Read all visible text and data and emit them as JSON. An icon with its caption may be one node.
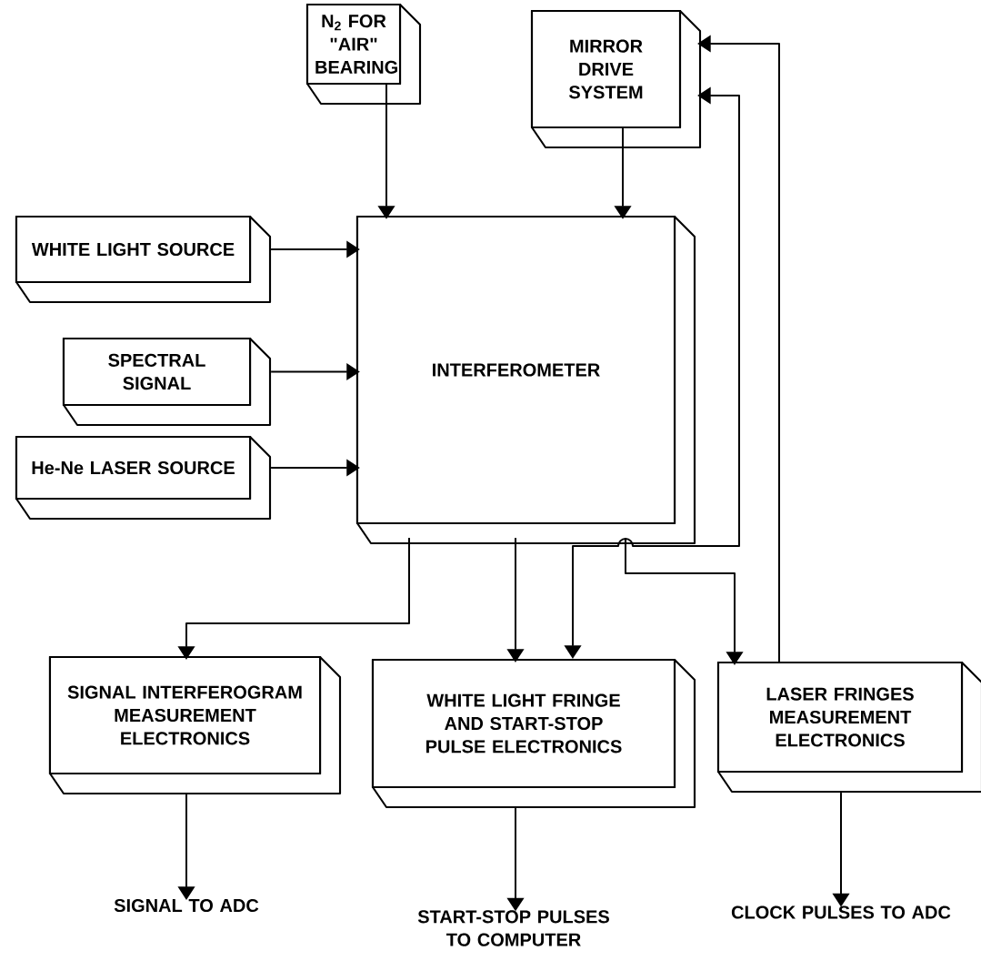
{
  "diagram": {
    "nodes": [
      {
        "text": [
          "N$_{2}$ FOR \"AIR\" BEARING"
        ]
      },
      {
        "text": [
          "MIRROR DRIVE SYSTEM"
        ]
      },
      {
        "text": [
          "WHITE LIGHT SOURCE"
        ]
      },
      {
        "text": [
          "SPECTRAL SIGNAL"
        ]
      },
      {
        "text": [
          "He-Ne LASER SOURCE"
        ]
      },
      {
        "text": [
          "INTERFEROMETER"
        ]
      },
      {
        "text": [
          "SIGNAL INTERFEROGRAM MEASUREMENT ELECTRONICS"
        ]
      },
      {
        "text": [
          "WHITE LIGHT FRINGE AND START-STOP PULSE ELECTRONICS"
        ]
      },
      {
        "text": [
          "LASER FRINGES MEASUREMENT ELECTRONICS"
        ]
      },
      {
        "text": [
          "SIGNAL TO ADC"
        ]
      },
      {
        "text": [
          "START-STOP PULSES TO COMPUTER"
        ]
      },
      {
        "text": [
          "CLOCK PULSES TO ADC"
        ]
      }
    ],
    "edges": [
      {
        "from": 0,
        "to": 5,
        "arrow": "to"
      },
      {
        "from": 1,
        "to": 5,
        "arrow": "to"
      },
      {
        "from": 2,
        "to": 5,
        "arrow": "to"
      },
      {
        "from": 3,
        "to": 5,
        "arrow": "to"
      },
      {
        "from": 4,
        "to": 5,
        "arrow": "to"
      },
      {
        "from": 5,
        "to": 6,
        "arrow": "to"
      },
      {
        "from": 5,
        "to": 7,
        "arrow": "to"
      },
      {
        "from": 5,
        "to": 8,
        "arrow": "to"
      },
      {
        "from": 7,
        "to": 1,
        "arrow": "both"
      },
      {
        "from": 8,
        "to": 1,
        "arrow": "to"
      },
      {
        "from": 6,
        "to": 9,
        "arrow": "to"
      },
      {
        "from": 7,
        "to": 10,
        "arrow": "to"
      },
      {
        "from": 8,
        "to": 11,
        "arrow": "to"
      }
    ]
  }
}
